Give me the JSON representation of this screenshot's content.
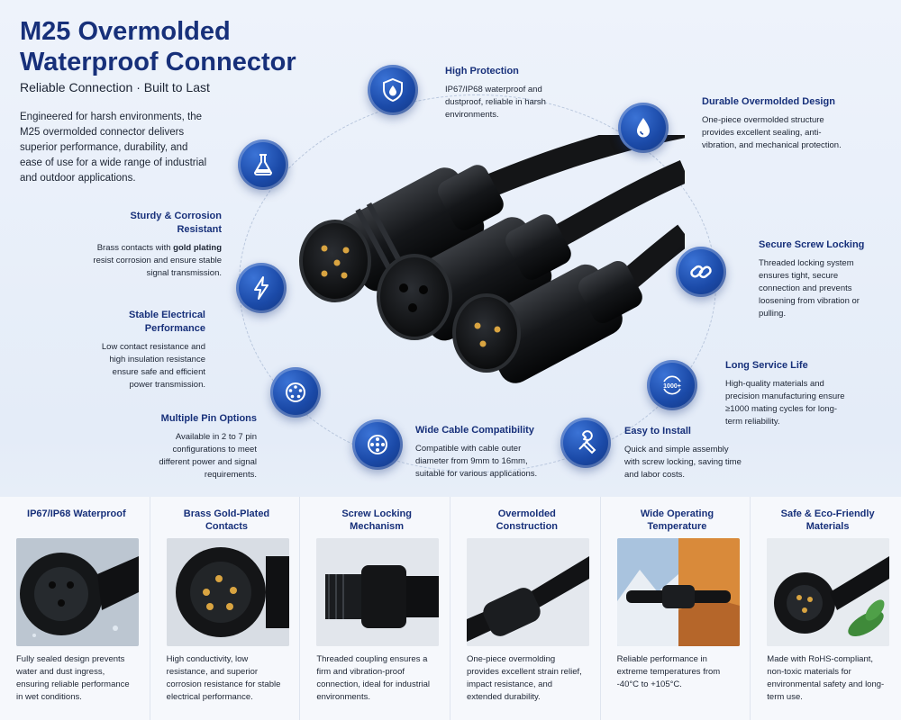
{
  "header": {
    "title": "M25 Overmolded Waterproof Connector",
    "subtitle": "Reliable Connection · Built to Last",
    "intro": "Engineered for harsh environments, the M25 overmolded connector delivers superior performance, durability, and ease of use for a wide range of industrial and outdoor applications."
  },
  "features": {
    "high_protection": {
      "title": "High Protection",
      "text": "IP67/IP68 waterproof and dustproof, reliable in harsh environments.",
      "icon": "shield-water-icon"
    },
    "durable": {
      "title": "Durable Overmolded Design",
      "text": "One-piece overmolded structure provides excellent sealing, anti-vibration, and mechanical protection.",
      "icon": "water-drop-icon"
    },
    "corrosion": {
      "title": "Sturdy & Corrosion Resistant",
      "text_pre": "Brass contacts with ",
      "text_bold": "gold plating",
      "text_post": " resist corrosion and ensure stable signal transmission.",
      "icon": "flask-icon"
    },
    "screw": {
      "title": "Secure Screw Locking",
      "text": "Threaded locking system ensures tight, secure connection and prevents loosening from vibration or pulling.",
      "icon": "chain-link-icon"
    },
    "electrical": {
      "title": "Stable Electrical Performance",
      "text": "Low contact resistance and high insulation resistance ensure safe and efficient power transmission.",
      "icon": "lightning-icon"
    },
    "service": {
      "title": "Long Service Life",
      "text": "High-quality materials and precision manufacturing ensure ≥1000 mating cycles for long-term reliability.",
      "icon": "cycle-1000-icon",
      "badge": "1000+"
    },
    "pins": {
      "title": "Multiple Pin Options",
      "text": "Available in 2 to 7 pin configurations to meet different power and signal requirements.",
      "icon": "pin-layout-icon"
    },
    "cable": {
      "title": "Wide Cable Compatibility",
      "text": "Compatible with cable outer diameter from 9mm to 16mm, suitable for various applications.",
      "icon": "cable-cross-section-icon"
    },
    "install": {
      "title": "Easy to Install",
      "text": "Quick and simple assembly with screw locking, saving time and labor costs.",
      "icon": "wrench-screwdriver-icon"
    }
  },
  "cards": [
    {
      "title": "IP67/IP68 Waterproof",
      "text": "Fully sealed design prevents water and dust ingress, ensuring reliable performance in wet conditions."
    },
    {
      "title": "Brass Gold-Plated Contacts",
      "text": "High conductivity, low resistance, and superior corrosion resistance for stable electrical performance."
    },
    {
      "title": "Screw Locking Mechanism",
      "text": "Threaded coupling ensures a firm and vibration-proof connection, ideal for industrial environments."
    },
    {
      "title": "Overmolded Construction",
      "text": "One-piece overmolding provides excellent strain relief, impact resistance, and extended durability."
    },
    {
      "title": "Wide Operating Temperature",
      "text": "Reliable performance in extreme temperatures from -40°C to +105°C."
    },
    {
      "title": "Safe & Eco-Friendly Materials",
      "text": "Made with RoHS-compliant, non-toxic materials for environmental safety and long-term use."
    }
  ],
  "colors": {
    "accent": "#17307a",
    "icon_blue": "#1b4aa8",
    "background": "#eef3fb"
  }
}
